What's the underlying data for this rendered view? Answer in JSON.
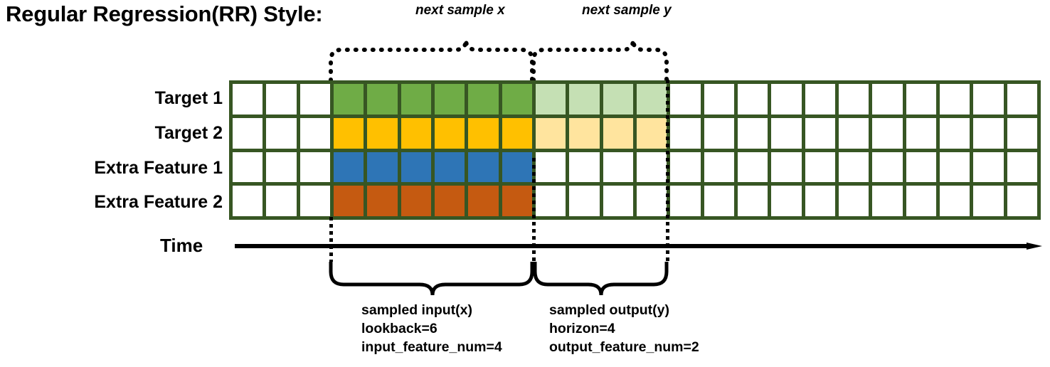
{
  "title": "Regular Regression(RR) Style:",
  "top_brackets": [
    {
      "label": "next sample x",
      "name": "next-sample-x"
    },
    {
      "label": "next sample y",
      "name": "next-sample-y"
    }
  ],
  "rows": [
    {
      "label": "Target 1",
      "name": "target-1"
    },
    {
      "label": "Target 2",
      "name": "target-2"
    },
    {
      "label": "Extra Feature 1",
      "name": "extra-feature-1"
    },
    {
      "label": "Extra Feature 2",
      "name": "extra-feature-2"
    }
  ],
  "axis": {
    "label": "Time"
  },
  "captions": {
    "input": {
      "title": "sampled input(x)",
      "line2": "lookback=6",
      "line3": "input_feature_num=4"
    },
    "output": {
      "title": "sampled output(y)",
      "line2": "horizon=4",
      "line3": "output_feature_num=2"
    }
  },
  "colors": {
    "grid_border": "#375623",
    "target1_input": "#6FAC46",
    "target1_output": "#C5E0B4",
    "target2_input": "#FFC000",
    "target2_output": "#FFE49E",
    "extra_feature1": "#2E75B6",
    "extra_feature2": "#C55A11",
    "empty": "#FFFFFF"
  },
  "chart_data": {
    "type": "heatmap",
    "title": "Regular Regression(RR) Style:",
    "columns": 24,
    "lookback": 6,
    "horizon": 4,
    "input_feature_num": 4,
    "output_feature_num": 2,
    "input_start_column": 4,
    "output_start_column": 10,
    "row_names": [
      "Target 1",
      "Target 2",
      "Extra Feature 1",
      "Extra Feature 2"
    ],
    "cell_states": [
      [
        "empty",
        "empty",
        "empty",
        "input",
        "input",
        "input",
        "input",
        "input",
        "input",
        "output",
        "output",
        "output",
        "output",
        "empty",
        "empty",
        "empty",
        "empty",
        "empty",
        "empty",
        "empty",
        "empty",
        "empty",
        "empty",
        "empty"
      ],
      [
        "empty",
        "empty",
        "empty",
        "input",
        "input",
        "input",
        "input",
        "input",
        "input",
        "output",
        "output",
        "output",
        "output",
        "empty",
        "empty",
        "empty",
        "empty",
        "empty",
        "empty",
        "empty",
        "empty",
        "empty",
        "empty",
        "empty"
      ],
      [
        "empty",
        "empty",
        "empty",
        "input",
        "input",
        "input",
        "input",
        "input",
        "input",
        "empty",
        "empty",
        "empty",
        "empty",
        "empty",
        "empty",
        "empty",
        "empty",
        "empty",
        "empty",
        "empty",
        "empty",
        "empty",
        "empty",
        "empty"
      ],
      [
        "empty",
        "empty",
        "empty",
        "input",
        "input",
        "input",
        "input",
        "input",
        "input",
        "empty",
        "empty",
        "empty",
        "empty",
        "empty",
        "empty",
        "empty",
        "empty",
        "empty",
        "empty",
        "empty",
        "empty",
        "empty",
        "empty",
        "empty"
      ]
    ]
  }
}
